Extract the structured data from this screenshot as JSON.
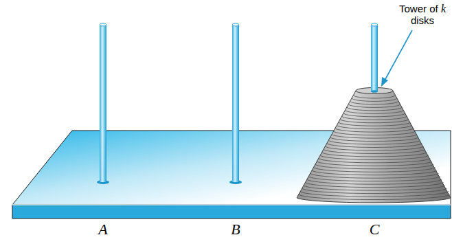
{
  "diagram": {
    "labels": [
      "Tower of k disks",
      "A",
      "B",
      "C"
    ]
  }
}
